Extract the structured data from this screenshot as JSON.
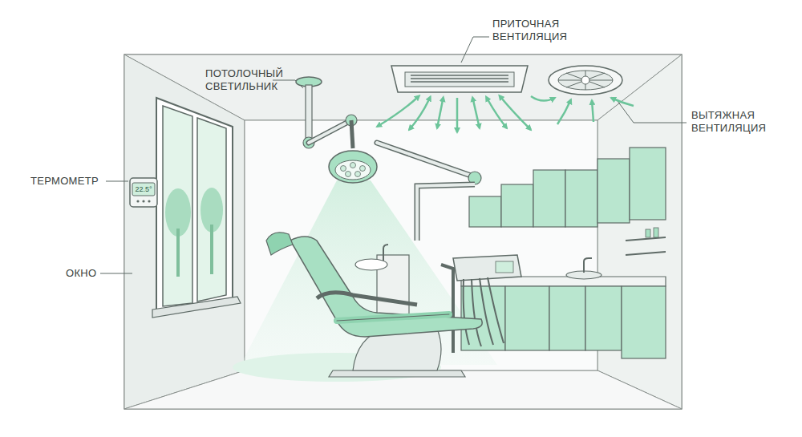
{
  "diagram": {
    "labels": [
      "ПРИТОЧНАЯ ВЕНТИЛЯЦИЯ",
      "ПОТОЛОЧНЫЙ СВЕТИЛЬНИК",
      "ВЫТЯЖНАЯ ВЕНТИЛЯЦИЯ",
      "ТЕРМОМЕТР",
      "22.5°",
      "ОКНО"
    ]
  }
}
